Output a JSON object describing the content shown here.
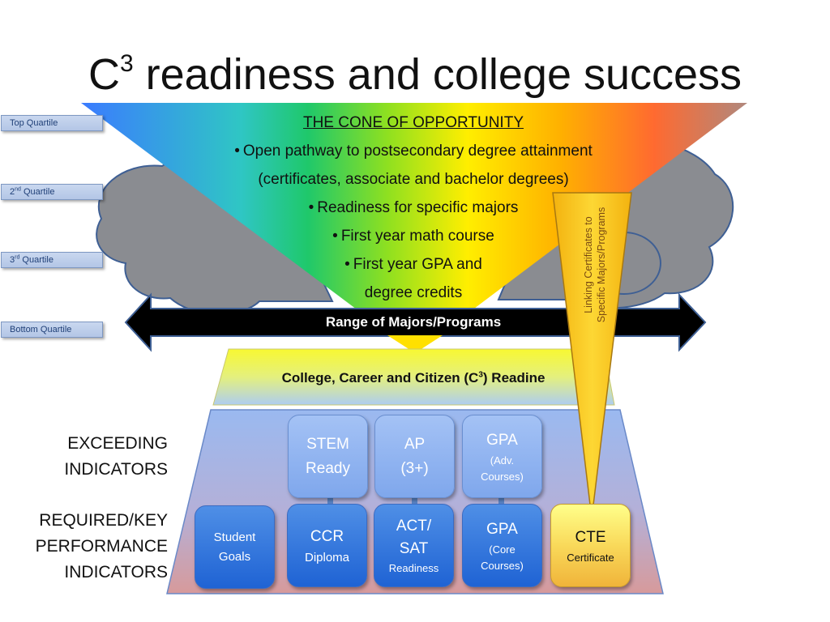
{
  "title": {
    "main": "C",
    "superscript": "3",
    "rest": " readiness and college success"
  },
  "quartiles": [
    {
      "label": "Top Quartile"
    },
    {
      "prefix": "2",
      "sup": "nd",
      "suffix": " Quartile"
    },
    {
      "prefix": "3",
      "sup": "rd",
      "suffix": " Quartile"
    },
    {
      "label": "Bottom Quartile"
    }
  ],
  "cone": {
    "heading": "THE CONE OF OPPORTUNITY",
    "lines": [
      "Open pathway to postsecondary degree attainment",
      "(certificates, associate and bachelor degrees)",
      "Readiness for specific majors",
      "First year math course",
      "First year GPA and",
      "degree credits"
    ]
  },
  "range_arrow": {
    "label": "Range of Majors/Programs"
  },
  "readiness_banner": {
    "prefix": "College, Career and Citizen (C",
    "sup": "3",
    "suffix": ") Readine"
  },
  "linking": {
    "line1": "Linking Certificates to",
    "line2": "Specific Majors/Programs"
  },
  "side_labels": {
    "exceeding": [
      "EXCEEDING",
      "INDICATORS"
    ],
    "required": [
      "REQUIRED/KEY",
      "PERFORMANCE",
      "INDICATORS"
    ]
  },
  "exceeding_boxes": [
    {
      "line1": "STEM",
      "line2": "Ready"
    },
    {
      "line1": "AP",
      "line2": "(3+)"
    },
    {
      "line1": "GPA",
      "small1": "(Adv.",
      "small2": "Courses)"
    }
  ],
  "required_boxes": [
    {
      "line1": "Student",
      "line2": "Goals"
    },
    {
      "line1": "CCR",
      "small": "Diploma"
    },
    {
      "line1": "ACT/",
      "line2": "SAT",
      "small": "Readiness"
    },
    {
      "line1": "GPA",
      "small1": "(Core",
      "small2": "Courses)"
    },
    {
      "line1": "CTE",
      "small": "Certificate"
    }
  ],
  "colors": {
    "cone_gradient": [
      "#3b7bff",
      "#2fc6c4",
      "#1fc86b",
      "#8fe020",
      "#ffee00",
      "#ffb000",
      "#ff6a30",
      "#b0887d"
    ],
    "cloud": "#8a8c91",
    "arrow": "#000000",
    "banner": "#f6f63a",
    "trapezoid_top": "#9ab9f0",
    "trapezoid_bottom": "#d79a9b",
    "linking_wedge": "#f8c81e"
  }
}
